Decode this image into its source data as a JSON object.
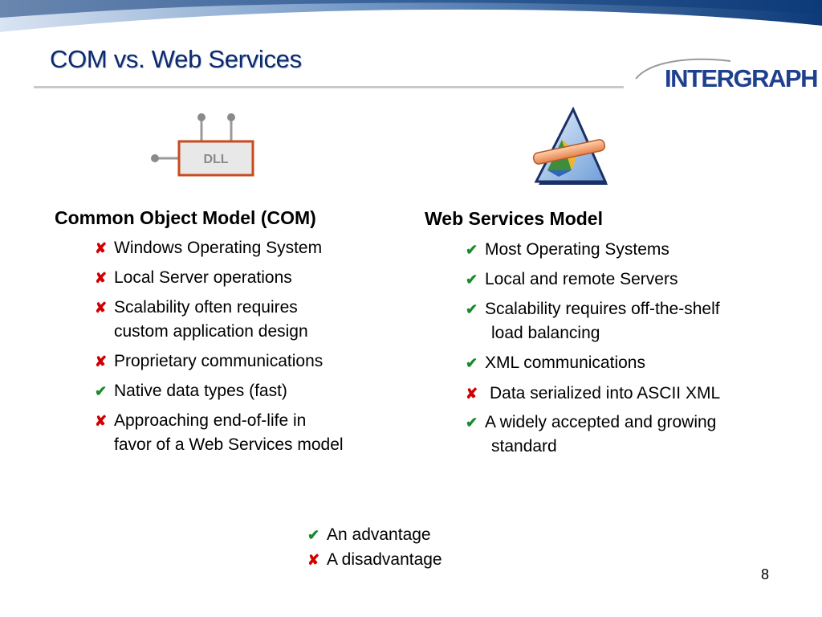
{
  "slide": {
    "title": "COM vs. Web Services",
    "logo_text": "INTERGRAPH",
    "dll_label": "DLL",
    "page_number": "8"
  },
  "colors": {
    "title": "#0b2a6e",
    "band_dark": "#0d3b78",
    "cross": "#d00000",
    "check": "#1a8a2a",
    "dll_border": "#c94a1e"
  },
  "icons": {
    "advantage": "checkmark-icon",
    "disadvantage": "cross-icon"
  },
  "left": {
    "heading": "Common Object Model (COM)",
    "items": [
      {
        "mark": "✘",
        "line1": "Windows Operating System",
        "line2": ""
      },
      {
        "mark": "✘",
        "line1": "Local Server operations",
        "line2": ""
      },
      {
        "mark": "✘",
        "line1": "Scalability often requires",
        "line2": "custom application design"
      },
      {
        "mark": "✘",
        "line1": "Proprietary communications",
        "line2": ""
      },
      {
        "mark": "✔",
        "line1": "Native data types (fast)",
        "line2": ""
      },
      {
        "mark": "✘",
        "line1": "Approaching end-of-life in",
        "line2": "favor of a Web Services model"
      }
    ]
  },
  "right": {
    "heading": "Web Services Model",
    "items": [
      {
        "mark": "✔",
        "line1": "Most Operating Systems",
        "line2": ""
      },
      {
        "mark": "✔",
        "line1": "Local and remote Servers",
        "line2": ""
      },
      {
        "mark": "✔",
        "line1": "Scalability requires off-the-shelf",
        "line2": "load balancing"
      },
      {
        "mark": "✔",
        "line1": "XML communications",
        "line2": ""
      },
      {
        "mark": "✘",
        "line1": "Data serialized into ASCII XML",
        "line2": ""
      },
      {
        "mark": "✔",
        "line1": "A widely accepted and growing",
        "line2": "standard"
      }
    ]
  },
  "legend": {
    "advantage_mark": "✔",
    "advantage": "An advantage",
    "disadvantage_mark": "✘",
    "disadvantage": "A disadvantage"
  }
}
